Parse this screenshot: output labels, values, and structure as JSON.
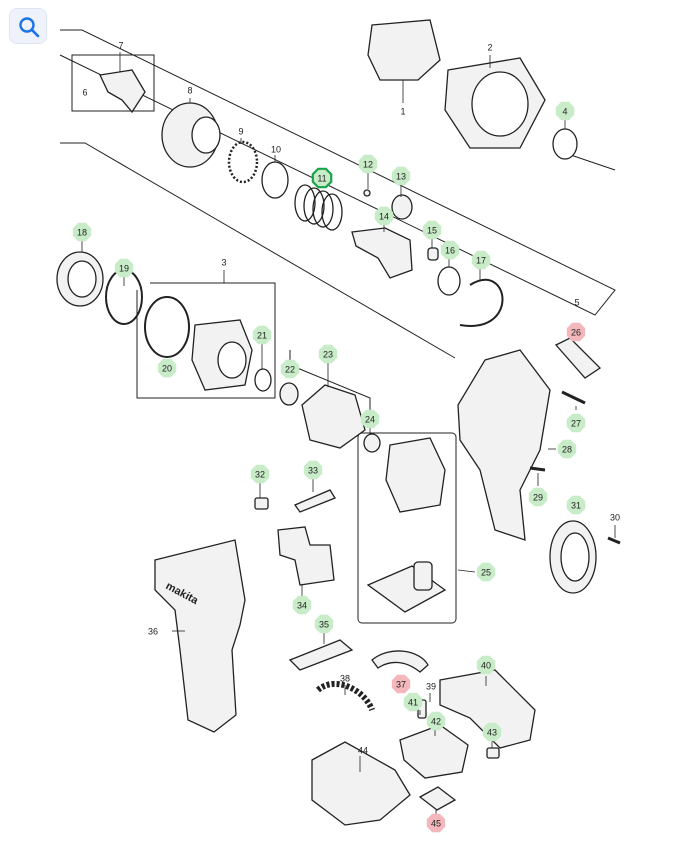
{
  "toolbar": {
    "search_icon": "search-icon",
    "search_color": "#1a73e8"
  },
  "colors": {
    "green_callout": "#c8ecc8",
    "red_callout": "#f4b8bc",
    "highlight": "#1aa34a",
    "line": "#222222"
  },
  "callouts": [
    {
      "label": "1",
      "style": "plain"
    },
    {
      "label": "2",
      "style": "plain"
    },
    {
      "label": "3",
      "style": "plain"
    },
    {
      "label": "4",
      "style": "green"
    },
    {
      "label": "5",
      "style": "plain"
    },
    {
      "label": "6",
      "style": "plain"
    },
    {
      "label": "7",
      "style": "plain"
    },
    {
      "label": "8",
      "style": "plain"
    },
    {
      "label": "9",
      "style": "plain"
    },
    {
      "label": "10",
      "style": "plain"
    },
    {
      "label": "11",
      "style": "highlight"
    },
    {
      "label": "12",
      "style": "green"
    },
    {
      "label": "13",
      "style": "green"
    },
    {
      "label": "14",
      "style": "green"
    },
    {
      "label": "15",
      "style": "green"
    },
    {
      "label": "16",
      "style": "green"
    },
    {
      "label": "17",
      "style": "green"
    },
    {
      "label": "18",
      "style": "green"
    },
    {
      "label": "19",
      "style": "green"
    },
    {
      "label": "20",
      "style": "green"
    },
    {
      "label": "21",
      "style": "green"
    },
    {
      "label": "22",
      "style": "green"
    },
    {
      "label": "23",
      "style": "green"
    },
    {
      "label": "24",
      "style": "green"
    },
    {
      "label": "25",
      "style": "green"
    },
    {
      "label": "26",
      "style": "red"
    },
    {
      "label": "27",
      "style": "green"
    },
    {
      "label": "28",
      "style": "green"
    },
    {
      "label": "29",
      "style": "green"
    },
    {
      "label": "30",
      "style": "plain"
    },
    {
      "label": "31",
      "style": "green"
    },
    {
      "label": "32",
      "style": "green"
    },
    {
      "label": "33",
      "style": "green"
    },
    {
      "label": "34",
      "style": "green"
    },
    {
      "label": "35",
      "style": "green"
    },
    {
      "label": "36",
      "style": "plain"
    },
    {
      "label": "37",
      "style": "red"
    },
    {
      "label": "38",
      "style": "plain"
    },
    {
      "label": "39",
      "style": "plain"
    },
    {
      "label": "40",
      "style": "green"
    },
    {
      "label": "41",
      "style": "green"
    },
    {
      "label": "42",
      "style": "green"
    },
    {
      "label": "43",
      "style": "green"
    },
    {
      "label": "44",
      "style": "plain"
    },
    {
      "label": "45",
      "style": "red"
    }
  ],
  "brand_text": "makita"
}
